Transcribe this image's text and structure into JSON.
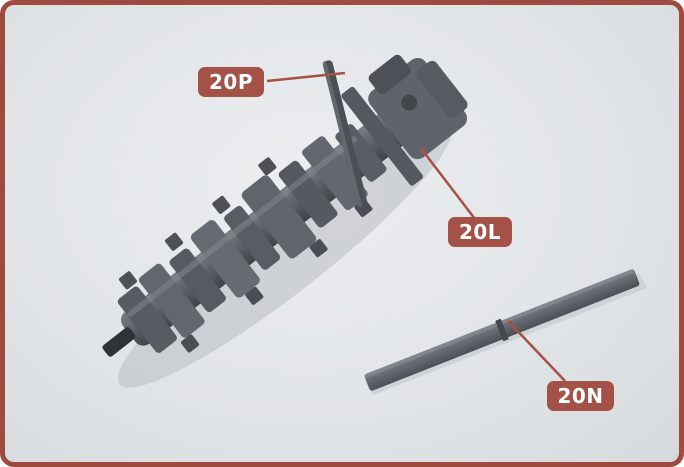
{
  "callouts": {
    "p": "20P",
    "l": "20L",
    "n": "20N"
  },
  "colors": {
    "frame": "#9e4a3f",
    "callout_fill": "#a45247",
    "callout_text": "#ffffff",
    "part_gray": "#5d6268",
    "background": "#e2e5e8"
  },
  "icons": [
    "assembled-part-photo",
    "straight-rod-part"
  ]
}
